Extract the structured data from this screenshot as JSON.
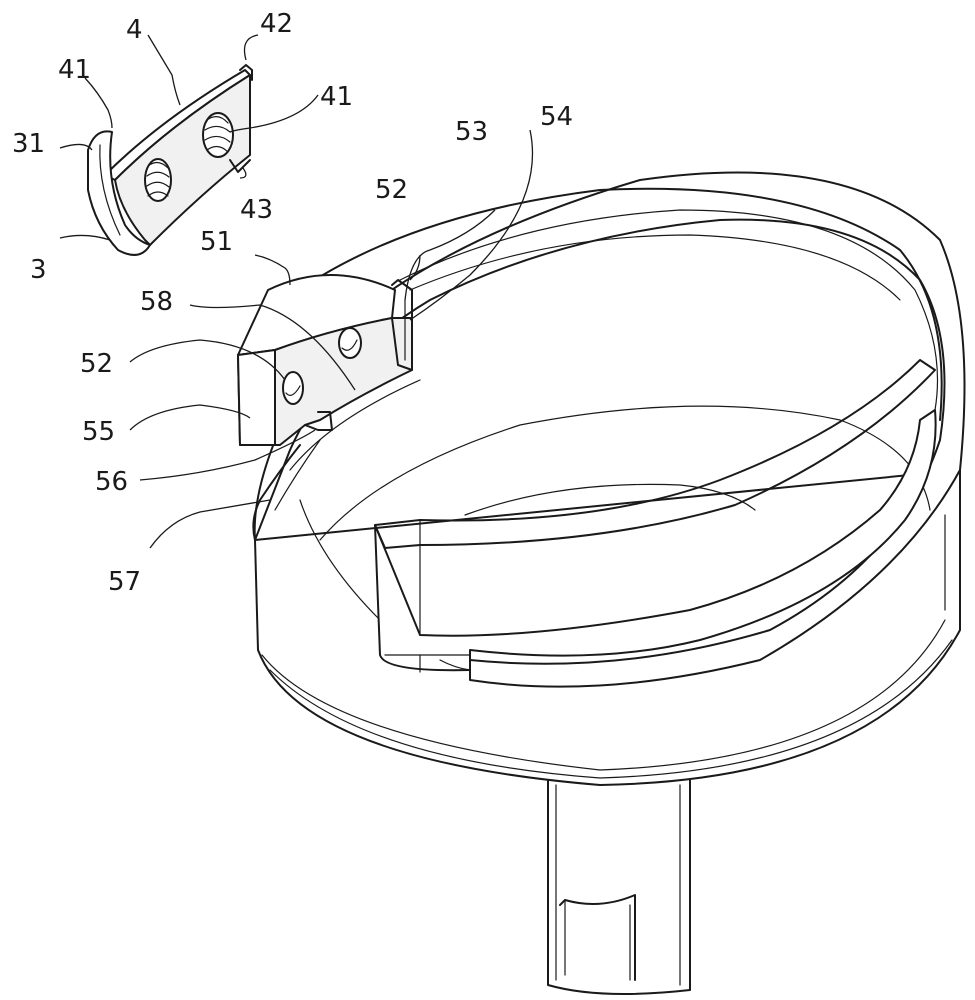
{
  "labels": {
    "l_4": "4",
    "l_42": "42",
    "l_41a": "41",
    "l_41b": "41",
    "l_31": "31",
    "l_3": "3",
    "l_43": "43",
    "l_53": "53",
    "l_54": "54",
    "l_52a": "52",
    "l_51": "51",
    "l_58": "58",
    "l_52b": "52",
    "l_55": "55",
    "l_56": "56",
    "l_57": "57"
  }
}
